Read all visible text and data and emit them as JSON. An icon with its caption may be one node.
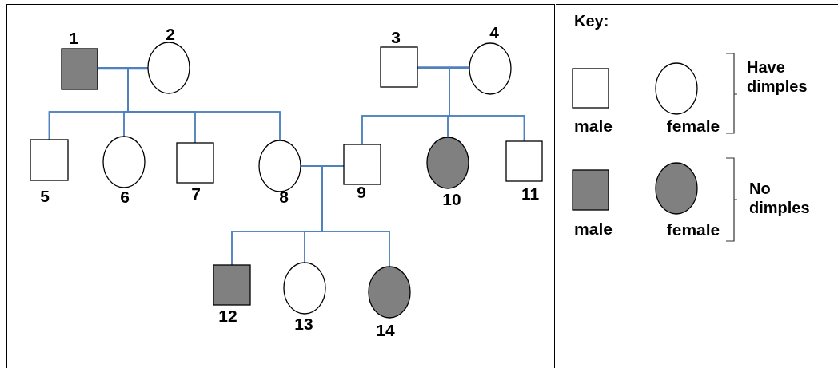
{
  "diagram": {
    "nodes": [
      {
        "text": [
          "1"
        ]
      },
      {
        "text": [
          "2"
        ]
      },
      {
        "text": [
          "3"
        ]
      },
      {
        "text": [
          "4"
        ]
      },
      {
        "text": [
          "5"
        ]
      },
      {
        "text": [
          "6"
        ]
      },
      {
        "text": [
          "7"
        ]
      },
      {
        "text": [
          "8"
        ]
      },
      {
        "text": [
          "9"
        ]
      },
      {
        "text": [
          "10"
        ]
      },
      {
        "text": [
          "11"
        ]
      },
      {
        "text": [
          "12"
        ]
      },
      {
        "text": [
          "13"
        ]
      },
      {
        "text": [
          "14"
        ]
      },
      {
        "text": [
          "male"
        ]
      },
      {
        "text": [
          "female"
        ]
      },
      {
        "text": [
          "male"
        ]
      },
      {
        "text": [
          "female"
        ]
      }
    ],
    "edges": [
      {
        "from": 0,
        "to": 1,
        "arrow": "none"
      },
      {
        "from": 2,
        "to": 3,
        "arrow": "none"
      },
      {
        "from": 7,
        "to": 8,
        "arrow": "none"
      },
      {
        "from": 0,
        "to": 4,
        "arrow": "none"
      },
      {
        "from": 1,
        "to": 4,
        "arrow": "none"
      },
      {
        "from": 0,
        "to": 5,
        "arrow": "none"
      },
      {
        "from": 1,
        "to": 5,
        "arrow": "none"
      },
      {
        "from": 0,
        "to": 6,
        "arrow": "none"
      },
      {
        "from": 1,
        "to": 6,
        "arrow": "none"
      },
      {
        "from": 0,
        "to": 7,
        "arrow": "none"
      },
      {
        "from": 1,
        "to": 7,
        "arrow": "none"
      },
      {
        "from": 2,
        "to": 8,
        "arrow": "none"
      },
      {
        "from": 3,
        "to": 8,
        "arrow": "none"
      },
      {
        "from": 2,
        "to": 9,
        "arrow": "none"
      },
      {
        "from": 3,
        "to": 9,
        "arrow": "none"
      },
      {
        "from": 2,
        "to": 10,
        "arrow": "none"
      },
      {
        "from": 3,
        "to": 10,
        "arrow": "none"
      },
      {
        "from": 7,
        "to": 11,
        "arrow": "none"
      },
      {
        "from": 8,
        "to": 11,
        "arrow": "none"
      },
      {
        "from": 7,
        "to": 12,
        "arrow": "none"
      },
      {
        "from": 8,
        "to": 12,
        "arrow": "none"
      },
      {
        "from": 7,
        "to": 13,
        "arrow": "none"
      },
      {
        "from": 8,
        "to": 13,
        "arrow": "none"
      }
    ],
    "labels": [
      "Key:",
      "Have dimples",
      "No dimples"
    ]
  }
}
